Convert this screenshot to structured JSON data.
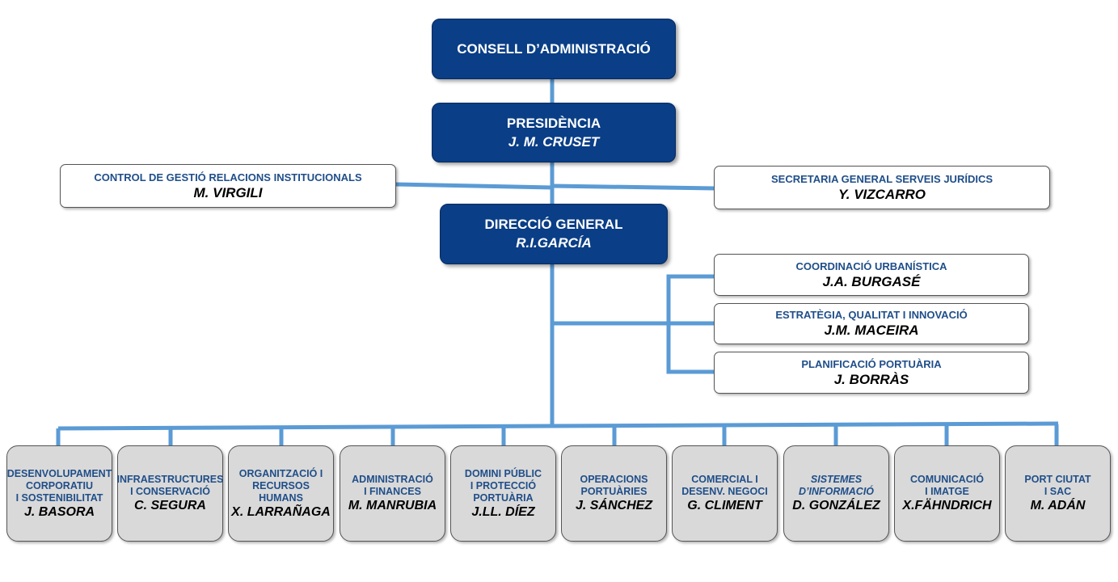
{
  "colors": {
    "primary": "#0a3e86",
    "title_text": "#1f4e89",
    "connector": "#5b9bd5",
    "department_fill": "#d9d9d9"
  },
  "top_boxes": [
    {
      "id": "consell",
      "title": "CONSELL D’ADMINISTRACIÓ",
      "person": ""
    },
    {
      "id": "presidencia",
      "title": "PRESIDÈNCIA",
      "person": "J. M. CRUSET"
    },
    {
      "id": "direccio",
      "title": "DIRECCIÓ GENERAL",
      "person": "R.I.GARCÍA"
    }
  ],
  "staff_boxes": [
    {
      "id": "control",
      "title": "CONTROL DE GESTIÓ RELACIONS INSTITUCIONALS",
      "person": "M. VIRGILI"
    },
    {
      "id": "secretaria",
      "title": "SECRETARIA GENERAL SERVEIS JURÍDICS",
      "person": "Y. VIZCARRO"
    },
    {
      "id": "coordinacio",
      "title": "COORDINACIÓ  URBANÍSTICA",
      "person": "J.A. BURGASÉ"
    },
    {
      "id": "estrategia",
      "title": "ESTRATÈGIA, QUALITAT I INNOVACIÓ",
      "person": "J.M. MACEIRA"
    },
    {
      "id": "planificacio",
      "title": "PLANIFICACIÓ PORTUÀRIA",
      "person": "J. BORRÀS"
    }
  ],
  "departments": [
    {
      "title": "DESENVOLUPAMENT\nCORPORATIU\nI SOSTENIBILITAT",
      "person": "J. BASORA"
    },
    {
      "title": "INFRAESTRUCTURES\nI CONSERVACIÓ",
      "person": "C. SEGURA"
    },
    {
      "title": "ORGANITZACIÓ I\nRECURSOS\nHUMANS",
      "person": "X. LARRAÑAGA"
    },
    {
      "title": "ADMINISTRACIÓ\nI FINANCES",
      "person": "M. MANRUBIA"
    },
    {
      "title": "DOMINI PÚBLIC\nI PROTECCIÓ\nPORTUÀRIA",
      "person": "J.LL. DÍEZ"
    },
    {
      "title": "OPERACIONS\nPORTUÀRIES",
      "person": "J. SÁNCHEZ"
    },
    {
      "title": "COMERCIAL I\nDESENV. NEGOCI",
      "person": "G. CLIMENT"
    },
    {
      "title": "SISTEMES\nD’INFORMACIÓ",
      "person": "D. GONZÁLEZ",
      "italic_title": true
    },
    {
      "title": "COMUNICACIÓ\nI IMATGE",
      "person": "X.FÄHNDRICH"
    },
    {
      "title": "PORT CIUTAT\nI SAC",
      "person": "M. ADÁN"
    }
  ]
}
